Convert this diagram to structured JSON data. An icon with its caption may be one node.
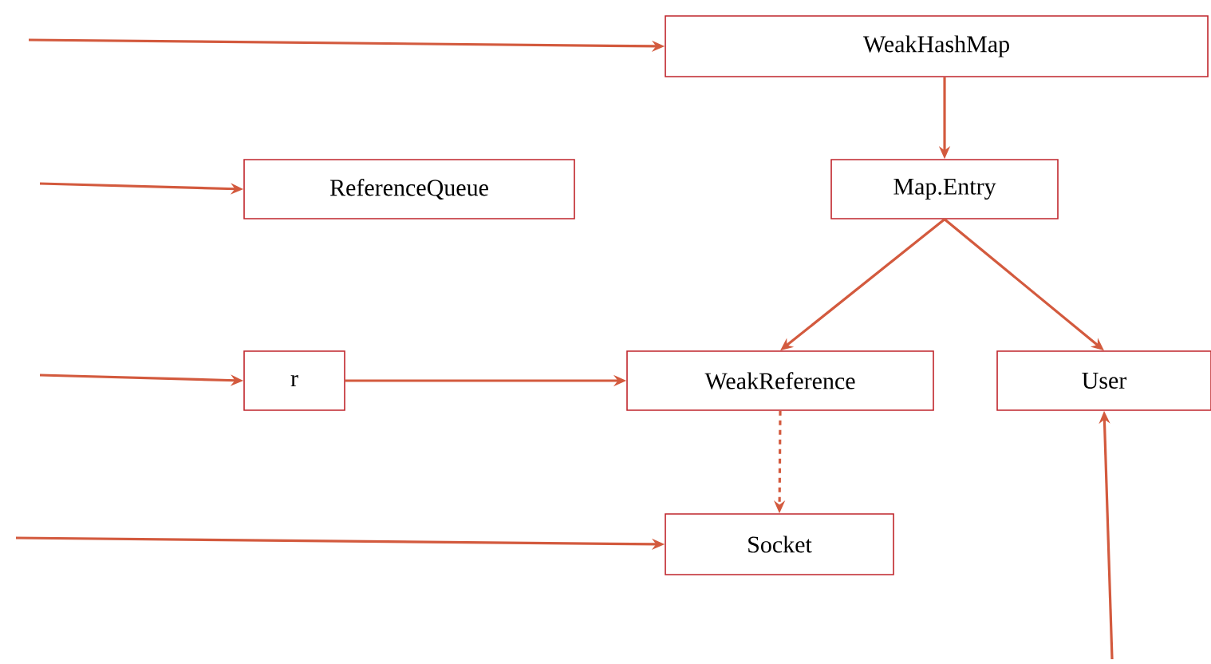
{
  "diagram": {
    "nodes": [
      {
        "text": [
          "WeakHashMap"
        ]
      },
      {
        "text": [
          "ReferenceQueue"
        ]
      },
      {
        "text": [
          "Map.Entry"
        ]
      },
      {
        "text": [
          "r"
        ]
      },
      {
        "text": [
          "WeakReference"
        ]
      },
      {
        "text": [
          "User"
        ]
      },
      {
        "text": [
          "Socket"
        ]
      }
    ],
    "edges": [
      {
        "from": null,
        "to": 0,
        "arrow": "to"
      },
      {
        "from": null,
        "to": 1,
        "arrow": "to"
      },
      {
        "from": null,
        "to": 3,
        "arrow": "to"
      },
      {
        "from": 3,
        "to": 4,
        "arrow": "to"
      },
      {
        "from": null,
        "to": 6,
        "arrow": "to"
      },
      {
        "from": 0,
        "to": 2,
        "arrow": "to"
      },
      {
        "from": 2,
        "to": 4,
        "arrow": "to"
      },
      {
        "from": 2,
        "to": 5,
        "arrow": "to"
      },
      {
        "from": 4,
        "to": 6,
        "arrow": "to",
        "style": "dashed"
      },
      {
        "from": null,
        "to": 5,
        "arrow": "to"
      }
    ]
  }
}
